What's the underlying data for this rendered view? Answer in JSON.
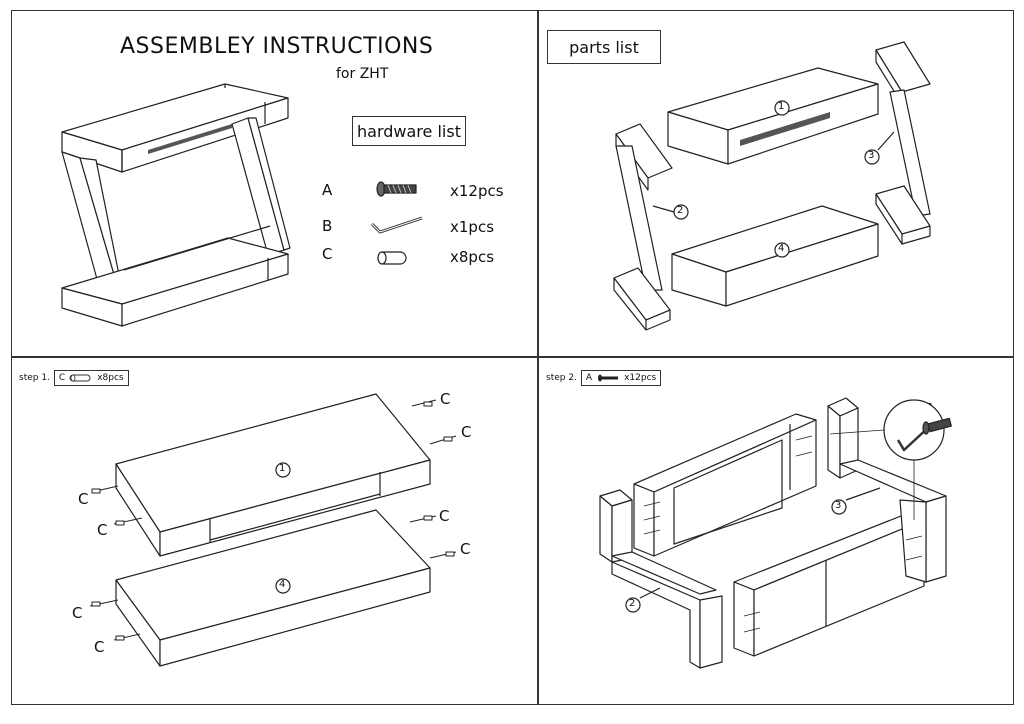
{
  "header": {
    "title": "ASSEMBLEY INSTRUCTIONS",
    "subtitle": "for ZHT"
  },
  "hardware": {
    "heading": "hardware list",
    "items": [
      {
        "letter": "A",
        "qty": "x12pcs",
        "icon": "screw-icon"
      },
      {
        "letter": "B",
        "qty": "x1pcs",
        "icon": "allen-key-icon"
      },
      {
        "letter": "C",
        "qty": "x8pcs",
        "icon": "dowel-icon"
      }
    ]
  },
  "parts": {
    "heading": "parts list",
    "labels": [
      "1",
      "2",
      "3",
      "4"
    ]
  },
  "step1": {
    "label": "step 1.",
    "part": "C",
    "qty": "x8pcs",
    "callout": "C",
    "panel_labels": [
      "1",
      "4"
    ]
  },
  "step2": {
    "label": "step 2.",
    "part": "A",
    "qty": "x12pcs",
    "callout": "A",
    "panel_labels": [
      "2",
      "3"
    ]
  }
}
